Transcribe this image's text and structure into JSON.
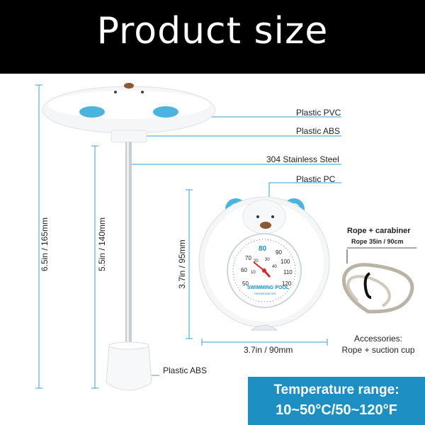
{
  "banner": {
    "title": "Product size"
  },
  "materials": {
    "pvc": "Plastic PVC",
    "abs_top": "Plastic ABS",
    "steel": "304 Stainless Steel",
    "pc": "Plastic PC",
    "abs_bottom": "Plastic ABS"
  },
  "dimensions": {
    "total_height": "6.5in / 165mm",
    "stem_height": "5.5in / 140mm",
    "dial_height": "3.7in / 95mm",
    "dial_width": "3.7in / 90mm"
  },
  "dial": {
    "scale_top": "80",
    "ticks_f": [
      "70",
      "60",
      "50",
      "90",
      "100",
      "110",
      "120"
    ],
    "ticks_c": [
      "20",
      "30",
      "40",
      "10"
    ],
    "brand": "SWIMMING POOL",
    "sub": "THERMOMETER"
  },
  "rope": {
    "title": "Rope + carabiner",
    "spec": "Rope 35in / 90cm"
  },
  "accessories": {
    "line1": "Accessories:",
    "line2": "Rope + suction cup"
  },
  "temperature": {
    "title": "Temperature range:",
    "value": "10~50°C/50~120°F"
  },
  "colors": {
    "accent": "#1e8fc2",
    "guide": "#3aa0d0",
    "banner": "#000000"
  }
}
